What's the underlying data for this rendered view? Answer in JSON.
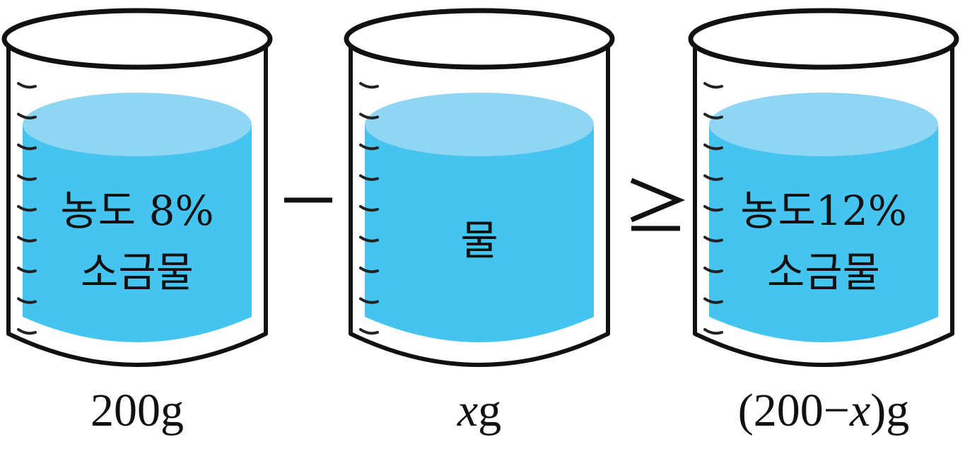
{
  "beakers": [
    {
      "id": "solution-8",
      "text_lines": [
        "농도 8%",
        "소금물"
      ],
      "mass_parts": [
        {
          "t": "200",
          "v": false
        },
        {
          "t": "g",
          "v": false
        }
      ]
    },
    {
      "id": "water",
      "text_lines": [
        "물"
      ],
      "mass_parts": [
        {
          "t": "x",
          "v": true
        },
        {
          "t": "g",
          "v": false
        }
      ]
    },
    {
      "id": "solution-12",
      "text_lines": [
        "농도12%",
        "소금물"
      ],
      "mass_parts": [
        {
          "t": "(200−",
          "v": false
        },
        {
          "t": "x",
          "v": true
        },
        {
          "t": ")g",
          "v": false
        }
      ]
    }
  ],
  "colors": {
    "liquid_body": "#46c4f0",
    "liquid_top": "#8fd6f5",
    "outline": "#111111"
  },
  "operators": [
    "minus",
    "greater-than-or-equal"
  ]
}
